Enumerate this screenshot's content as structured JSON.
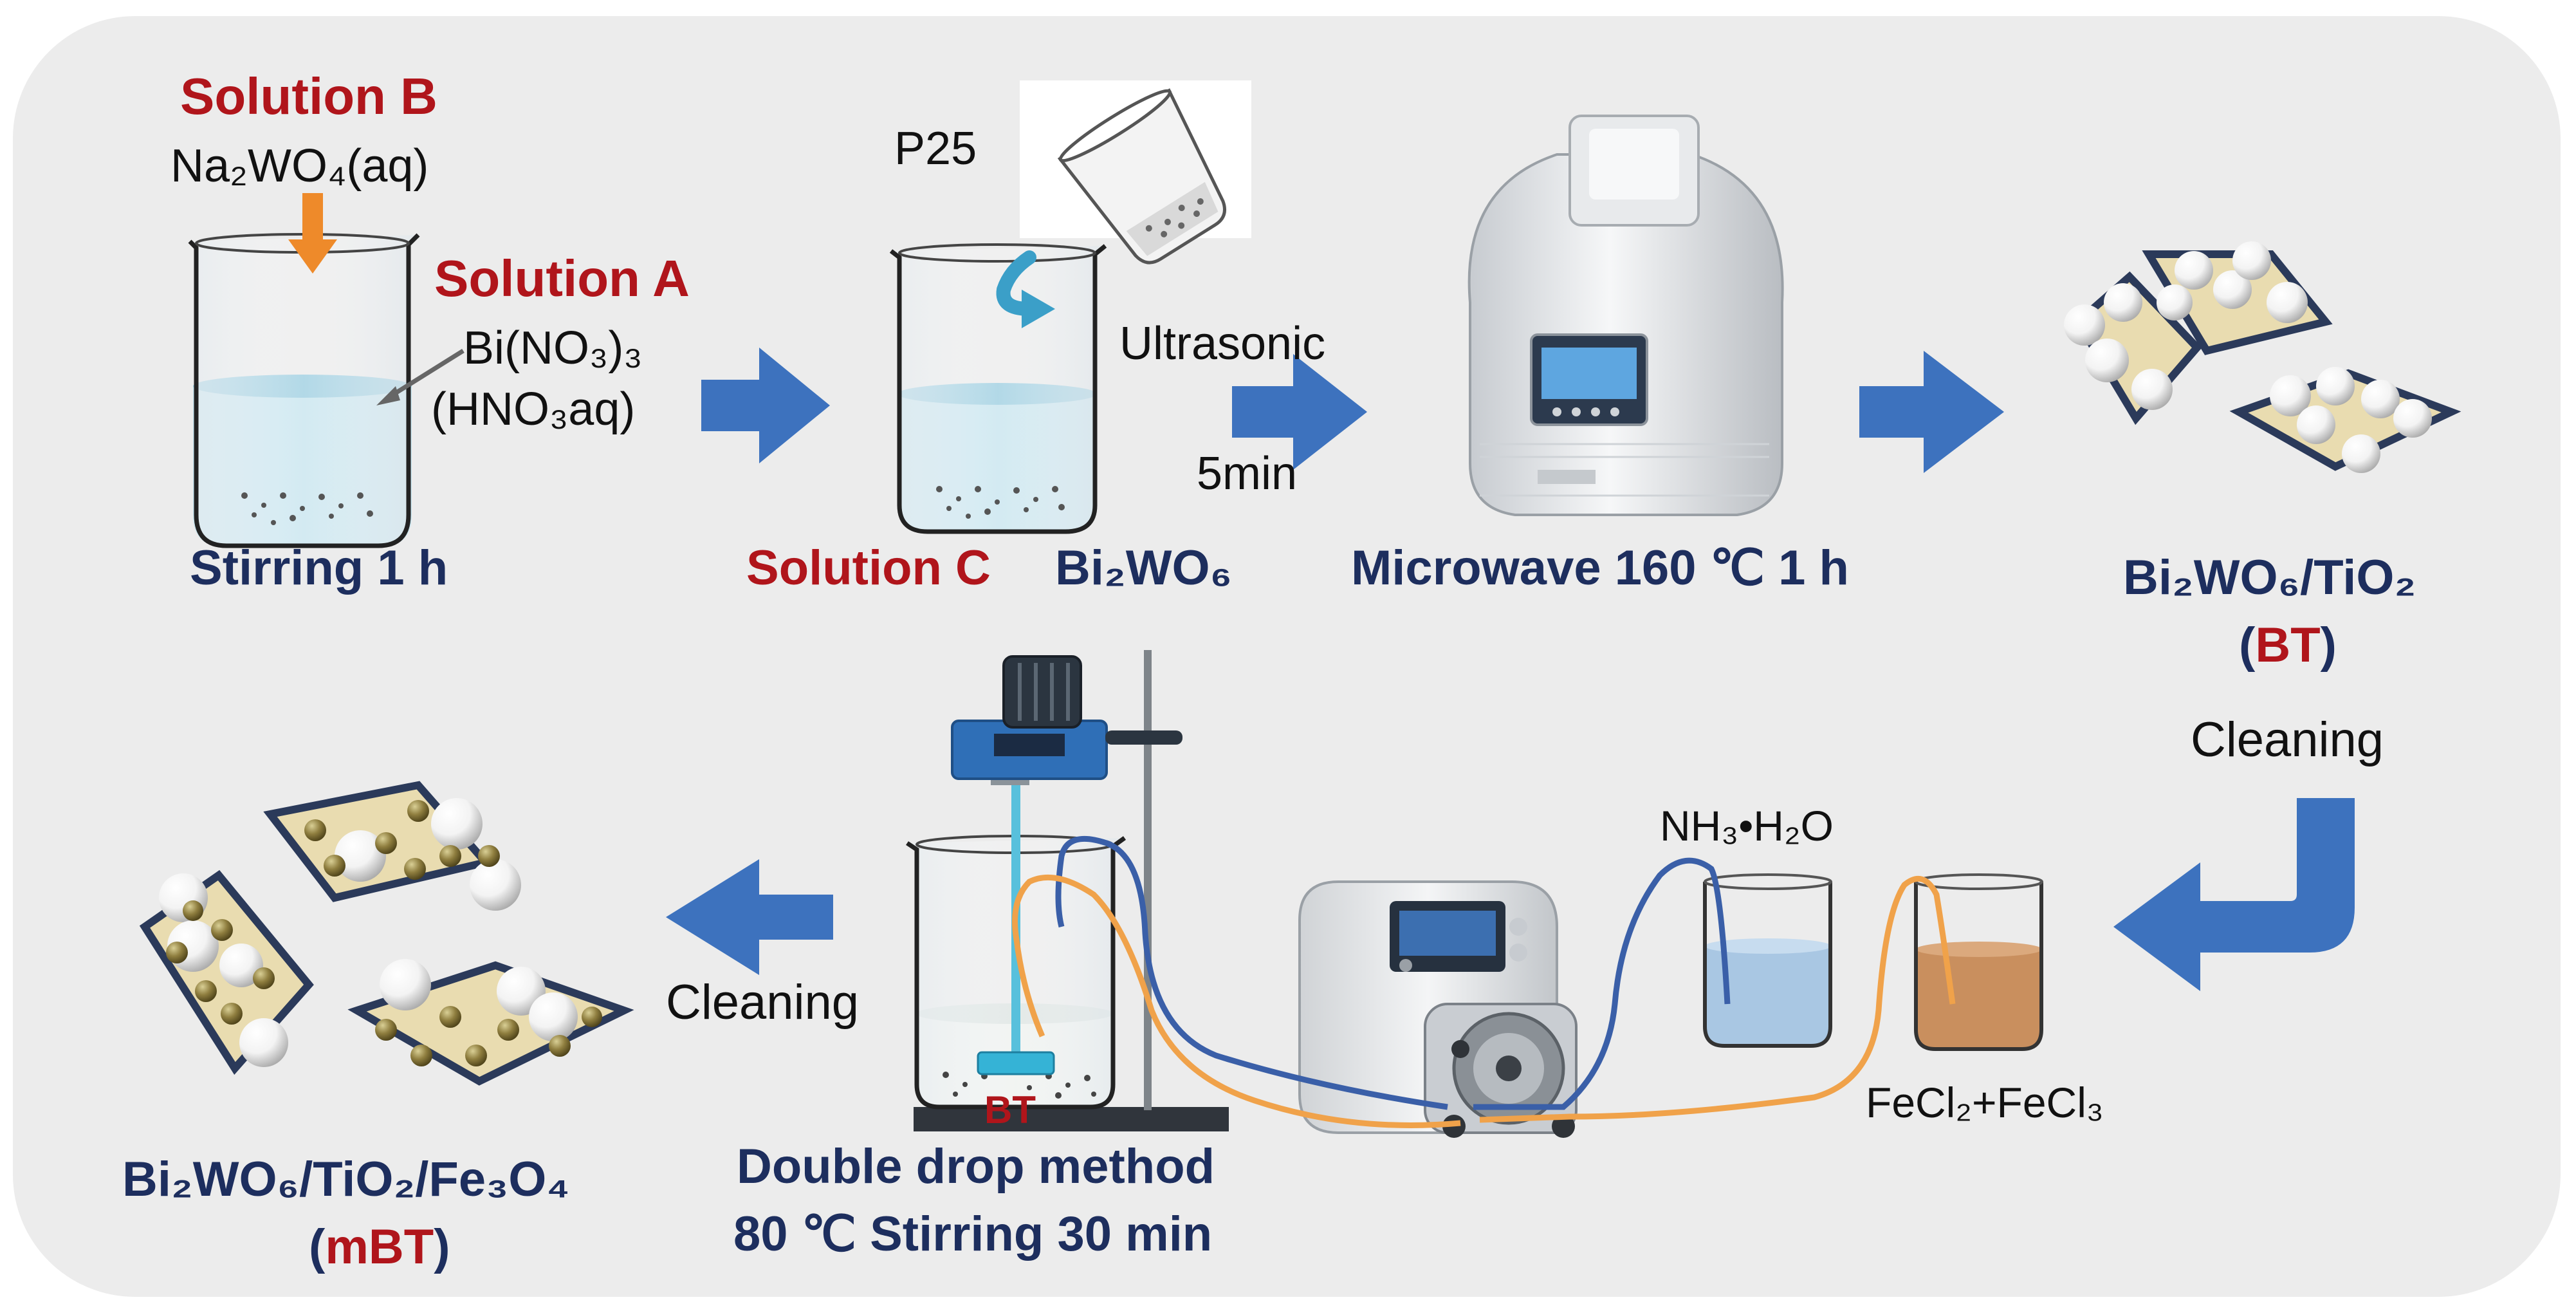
{
  "labels": {
    "solution_b": "Solution B",
    "na2wo4": "Na₂WO₄(aq)",
    "solution_a": "Solution A",
    "bino3": "Bi(NO₃)₃",
    "hno3": "(HNO₃aq)",
    "stirring_1h": "Stirring 1 h",
    "p25": "P25",
    "ultrasonic": "Ultrasonic",
    "five_min": "5min",
    "solution_c": "Solution C",
    "bi2wo6": "Bi₂WO₆",
    "microwave": "Microwave 160 ℃ 1 h",
    "bt_formula": "Bi₂WO₆/TiO₂",
    "bt_abbr": "BT",
    "cleaning_right": "Cleaning",
    "nh3h2o": "NH₃•H₂O",
    "fecl": "FeCl₂+FeCl₃",
    "cleaning_left": "Cleaning",
    "bt_in_beaker": "BT",
    "double_drop": "Double drop method",
    "stirring_30": "80 ℃ Stirring 30 min",
    "mbt_formula": "Bi₂WO₆/TiO₂/Fe₃O₄",
    "mbt_abbr": "mBT"
  },
  "icons": [
    "beaker-icon",
    "pouring-beaker-icon",
    "microwave-reactor-icon",
    "overhead-stirrer-icon",
    "peristaltic-pump-icon",
    "composite-particles-icon"
  ],
  "colors": {
    "navy_text": "#1d2e5e",
    "red_text": "#b0151b",
    "process_arrow": "#3d72be",
    "orange_arrow": "#ee8a2a",
    "panel": "#ececec",
    "solution_blue": "#c4e4ef",
    "iron_solution": "#c98f5e",
    "tube_blue": "#3a5fa8",
    "tube_orange": "#f0a24a",
    "tio2_sphere": "#ffffff",
    "fe3o4_sphere": "#8a7a40",
    "bi2wo6_plate": "#e9dcb0"
  }
}
